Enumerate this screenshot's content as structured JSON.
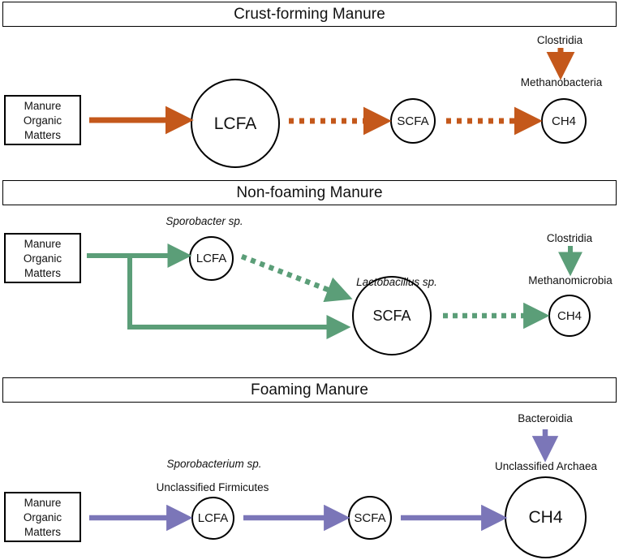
{
  "figure": {
    "type": "diagram",
    "subtype": "flow-diagram",
    "description": "Three-panel manure degradation pathway diagram",
    "colors": {
      "crust_forming": "#C4581B",
      "non_foaming": "#5B9E78",
      "foaming": "#7B76B8",
      "outline": "#000000",
      "background": "#FFFFFF"
    }
  },
  "panels": [
    {
      "id": "crust-forming",
      "title": "Crust-forming Manure",
      "accent": "#C4581B",
      "source_box": {
        "lines": [
          "Manure",
          "Organic",
          "Matters"
        ]
      },
      "nodes": [
        {
          "id": "lcfa",
          "label": "LCFA",
          "size": "big"
        },
        {
          "id": "scfa",
          "label": "SCFA",
          "size": "small"
        },
        {
          "id": "ch4",
          "label": "CH4",
          "size": "small"
        }
      ],
      "annotations": [
        {
          "id": "clostridia",
          "text": "Clostridia",
          "italic": false
        },
        {
          "id": "methanobacteria",
          "text": "Methanobacteria",
          "italic": false
        }
      ],
      "edges": [
        {
          "from": "source",
          "to": "lcfa",
          "style": "solid"
        },
        {
          "from": "lcfa",
          "to": "scfa",
          "style": "dotted"
        },
        {
          "from": "scfa",
          "to": "ch4",
          "style": "dotted"
        },
        {
          "from": "clostridia",
          "to": "methanobacteria",
          "style": "solid"
        }
      ]
    },
    {
      "id": "non-foaming",
      "title": "Non-foaming Manure",
      "accent": "#5B9E78",
      "source_box": {
        "lines": [
          "Manure",
          "Organic",
          "Matters"
        ]
      },
      "nodes": [
        {
          "id": "lcfa",
          "label": "LCFA",
          "size": "small"
        },
        {
          "id": "scfa",
          "label": "SCFA",
          "size": "mid"
        },
        {
          "id": "ch4",
          "label": "CH4",
          "size": "small"
        }
      ],
      "annotations": [
        {
          "id": "sporobacter",
          "text": "Sporobacter sp.",
          "italic": true
        },
        {
          "id": "lactobacillus",
          "text": "Lactobacillus sp.",
          "italic": true
        },
        {
          "id": "clostridia",
          "text": "Clostridia",
          "italic": false
        },
        {
          "id": "methanomicrobia",
          "text": "Methanomicrobia",
          "italic": false
        }
      ],
      "edges": [
        {
          "from": "source",
          "to": "lcfa",
          "style": "solid"
        },
        {
          "from": "source",
          "to": "scfa",
          "style": "solid"
        },
        {
          "from": "lcfa",
          "to": "scfa",
          "style": "dotted"
        },
        {
          "from": "scfa",
          "to": "ch4",
          "style": "dotted"
        },
        {
          "from": "clostridia",
          "to": "methanomicrobia",
          "style": "solid"
        }
      ]
    },
    {
      "id": "foaming",
      "title": "Foaming Manure",
      "accent": "#7B76B8",
      "source_box": {
        "lines": [
          "Manure",
          "Organic",
          "Matters"
        ]
      },
      "nodes": [
        {
          "id": "lcfa",
          "label": "LCFA",
          "size": "small"
        },
        {
          "id": "scfa",
          "label": "SCFA",
          "size": "small"
        },
        {
          "id": "ch4",
          "label": "CH4",
          "size": "big"
        }
      ],
      "annotations": [
        {
          "id": "sporobacterium",
          "text": "Sporobacterium sp.",
          "italic": true
        },
        {
          "id": "unclassified-firmicutes",
          "text": "Unclassified Firmicutes",
          "italic": false
        },
        {
          "id": "bacteroidia",
          "text": "Bacteroidia",
          "italic": false
        },
        {
          "id": "unclassified-archaea",
          "text": "Unclassified Archaea",
          "italic": false
        }
      ],
      "edges": [
        {
          "from": "source",
          "to": "lcfa",
          "style": "solid"
        },
        {
          "from": "lcfa",
          "to": "scfa",
          "style": "solid"
        },
        {
          "from": "scfa",
          "to": "ch4",
          "style": "solid"
        },
        {
          "from": "bacteroidia",
          "to": "unclassified-archaea",
          "style": "solid"
        }
      ]
    }
  ]
}
